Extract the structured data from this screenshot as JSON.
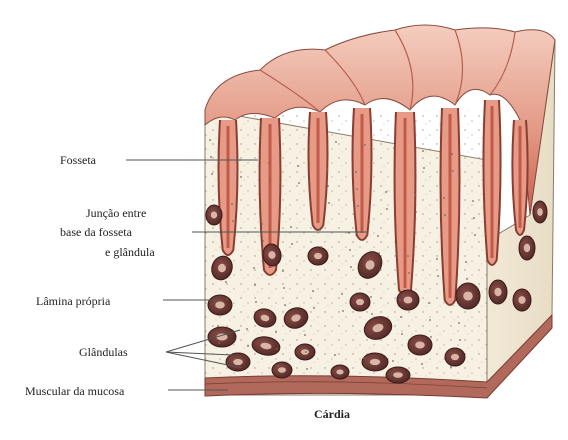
{
  "title": "Cárdia",
  "labels": {
    "fosseta": "Fosseta",
    "juncao_line1": "Junção entre",
    "juncao_line2": "base da fosseta",
    "juncao_line3": "e glândula",
    "lamina": "Lâmina própria",
    "glandulas": "Glândulas",
    "muscular": "Muscular da mucosa"
  },
  "colors": {
    "epithelium": "#d98070",
    "epithelium_dark": "#a84838",
    "epithelium_light": "#f1c6b8",
    "lamina_propria": "#f7f1e3",
    "gland": "#6e3a36",
    "gland_lumen": "#d9b5a8",
    "muscularis": "#a8675b",
    "line": "#555555"
  }
}
